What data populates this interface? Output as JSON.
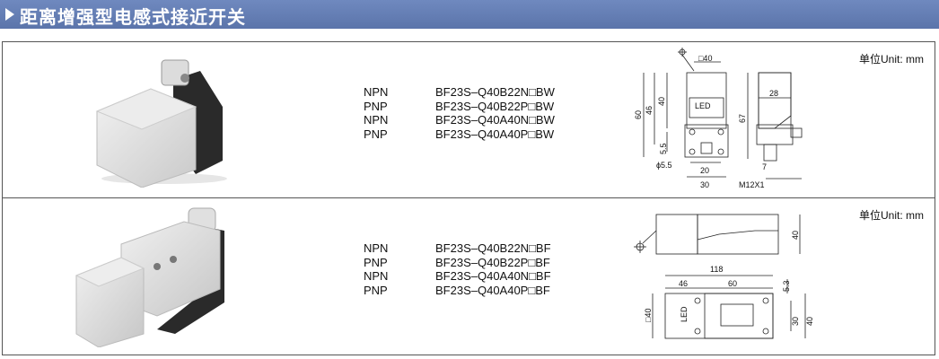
{
  "header": {
    "title": "距离增强型电感式接近开关"
  },
  "rows": [
    {
      "unit": "单位Unit: mm",
      "models": [
        {
          "type": "NPN",
          "code": "BF23S–Q40B22N□BW"
        },
        {
          "type": "PNP",
          "code": "BF23S–Q40B22P□BW"
        },
        {
          "type": "NPN",
          "code": "BF23S–Q40A40N□BW"
        },
        {
          "type": "PNP",
          "code": "BF23S–Q40A40P□BW"
        }
      ],
      "dims": {
        "sq40": "□40",
        "led": "LED",
        "d60": "60",
        "d46": "46",
        "d40": "40",
        "d5_5": "5.5",
        "phi5_5": "ϕ5.5",
        "d20": "20",
        "d30": "30",
        "d67": "67",
        "d28": "28",
        "d7": "7",
        "m12": "M12X1"
      }
    },
    {
      "unit": "单位Unit: mm",
      "models": [
        {
          "type": "NPN",
          "code": "BF23S–Q40B22N□BF"
        },
        {
          "type": "PNP",
          "code": "BF23S–Q40B22P□BF"
        },
        {
          "type": "NPN",
          "code": "BF23S–Q40A40N□BF"
        },
        {
          "type": "PNP",
          "code": "BF23S–Q40A40P□BF"
        }
      ],
      "dims": {
        "d40": "40",
        "d118": "118",
        "d46": "46",
        "d60": "60",
        "d5_3": "5.3",
        "sq40": "□40",
        "led": "LED",
        "d30": "30",
        "d40b": "40"
      }
    }
  ]
}
